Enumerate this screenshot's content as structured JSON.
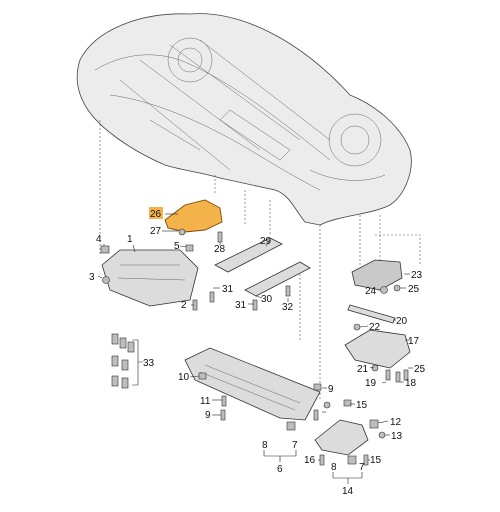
{
  "callouts": [
    {
      "id": "c26",
      "text": "26",
      "highlighted": true
    },
    {
      "id": "c27",
      "text": "27"
    },
    {
      "id": "c5",
      "text": "5"
    },
    {
      "id": "c28",
      "text": "28"
    },
    {
      "id": "c4",
      "text": "4"
    },
    {
      "id": "c1",
      "text": "1"
    },
    {
      "id": "c3",
      "text": "3"
    },
    {
      "id": "c31a",
      "text": "31"
    },
    {
      "id": "c2",
      "text": "2"
    },
    {
      "id": "c29",
      "text": "29"
    },
    {
      "id": "c30",
      "text": "30"
    },
    {
      "id": "c31b",
      "text": "31"
    },
    {
      "id": "c32",
      "text": "32"
    },
    {
      "id": "c23",
      "text": "23"
    },
    {
      "id": "c24",
      "text": "24"
    },
    {
      "id": "c25a",
      "text": "25"
    },
    {
      "id": "c20",
      "text": "20"
    },
    {
      "id": "c22",
      "text": "22"
    },
    {
      "id": "c17",
      "text": "17"
    },
    {
      "id": "c21",
      "text": "21"
    },
    {
      "id": "c25b",
      "text": "25"
    },
    {
      "id": "c19",
      "text": "19"
    },
    {
      "id": "c18",
      "text": "18"
    },
    {
      "id": "c33",
      "text": "33"
    },
    {
      "id": "c10",
      "text": "10"
    },
    {
      "id": "c11",
      "text": "11"
    },
    {
      "id": "c9a",
      "text": "9"
    },
    {
      "id": "c9b",
      "text": "9"
    },
    {
      "id": "c15",
      "text": "15"
    },
    {
      "id": "c12",
      "text": "12"
    },
    {
      "id": "c13",
      "text": "13"
    },
    {
      "id": "c8a",
      "text": "8"
    },
    {
      "id": "c7a",
      "text": "7"
    },
    {
      "id": "c6",
      "text": "6"
    },
    {
      "id": "c16",
      "text": "16"
    },
    {
      "id": "c8b",
      "text": "8"
    },
    {
      "id": "c7b",
      "text": "7"
    },
    {
      "id": "c15b",
      "text": "15"
    },
    {
      "id": "c14",
      "text": "14"
    }
  ],
  "colors": {
    "highlight": "#f4b24a",
    "part_fill": "#dcdcdc",
    "line": "#333333"
  }
}
